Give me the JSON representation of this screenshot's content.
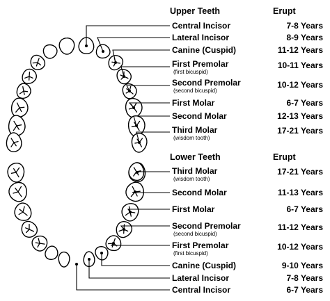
{
  "upper": {
    "header": "Upper Teeth",
    "erupt_header": "Erupt",
    "teeth": [
      {
        "name": "Central Incisor",
        "sub": "",
        "erupt": "7-8 Years"
      },
      {
        "name": "Lateral Incisor",
        "sub": "",
        "erupt": "8-9 Years"
      },
      {
        "name": "Canine (Cuspid)",
        "sub": "",
        "erupt": "11-12 Years"
      },
      {
        "name": "First Premolar",
        "sub": "(first bicuspid)",
        "erupt": "10-11 Years"
      },
      {
        "name": "Second Premolar",
        "sub": "(second bicuspid)",
        "erupt": "10-12 Years"
      },
      {
        "name": "First Molar",
        "sub": "",
        "erupt": "6-7 Years"
      },
      {
        "name": "Second Molar",
        "sub": "",
        "erupt": "12-13 Years"
      },
      {
        "name": "Third Molar",
        "sub": "(wisdom tooth)",
        "erupt": "17-21 Years"
      }
    ]
  },
  "lower": {
    "header": "Lower Teeth",
    "erupt_header": "Erupt",
    "teeth": [
      {
        "name": "Third Molar",
        "sub": "(wisdom tooth)",
        "erupt": "17-21 Years"
      },
      {
        "name": "Second Molar",
        "sub": "",
        "erupt": "11-13 Years"
      },
      {
        "name": "First Molar",
        "sub": "",
        "erupt": "6-7 Years"
      },
      {
        "name": "Second Premolar",
        "sub": "(second bicuspid)",
        "erupt": "11-12 Years"
      },
      {
        "name": "First Premolar",
        "sub": "(first bicuspid)",
        "erupt": "10-12 Years"
      },
      {
        "name": "Canine (Cuspid)",
        "sub": "",
        "erupt": "9-10 Years"
      },
      {
        "name": "Lateral Incisor",
        "sub": "",
        "erupt": "7-8 Years"
      },
      {
        "name": "Central Incisor",
        "sub": "",
        "erupt": "6-7 Years"
      }
    ]
  }
}
